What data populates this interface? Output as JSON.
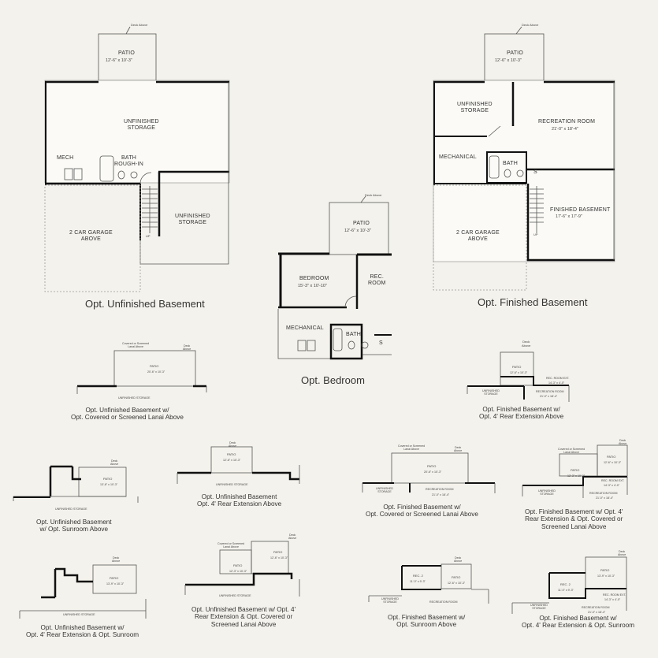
{
  "unfinished": {
    "deck_above": "Deck\nAbove",
    "patio": "PATIO",
    "patio_dim": "12'-6\" x 10'-3\"",
    "storage": "UNFINISHED\nSTORAGE",
    "mech": "MECH",
    "bath": "BATH\nROUGH-IN",
    "storage2": "UNFINISHED\nSTORAGE",
    "garage": "2 CAR GARAGE\nABOVE",
    "up": "UP",
    "caption": "Opt. Unfinished Basement"
  },
  "finished": {
    "deck_above": "Deck\nAbove",
    "patio": "PATIO",
    "patio_dim": "12'-6\" x 10'-3\"",
    "storage": "UNFINISHED\nSTORAGE",
    "rec": "RECREATION ROOM",
    "rec_dim": "21'-0\" x 18'-4\"",
    "mechanical": "MECHANICAL",
    "bath": "BATH",
    "s": "S",
    "finished_basement": "FINISHED BASEMENT",
    "finished_dim": "17'-6\" x 17'-9\"",
    "garage": "2 CAR GARAGE\nABOVE",
    "up": "UP",
    "caption": "Opt. Finished Basement"
  },
  "bedroom": {
    "deck_above": "Deck\nAbove",
    "patio": "PATIO",
    "patio_dim": "12'-6\" x 10'-3\"",
    "bedroom": "BEDROOM",
    "bedroom_dim": "15'-3\" x 10'-10\"",
    "rec": "REC.\nROOM",
    "mechanical": "MECHANICAL",
    "bath": "BATH",
    "s": "S",
    "caption": "Opt. Bedroom"
  },
  "small": [
    {
      "caption": "Opt. Unfinished Basement w/\nOpt. Covered or Screened Lanai Above",
      "labels": [
        "Covered or Screened\nLanai Above",
        "Deck\nAbove",
        "PATIO",
        "20'-6\" x 10'-3\"",
        "UNFINISHED STORAGE"
      ]
    },
    {
      "caption": "Opt. Finished Basement w/\nOpt. 4' Rear Extension Above",
      "labels": [
        "Deck\nAbove",
        "PATIO",
        "12'-6\" x 10'-3\"",
        "REC. ROOM EXT.",
        "14'-3\" x 4'-0\"",
        "UNFINISHED\nSTORAGE",
        "RECREATION ROOM",
        "21'-0\" x 18'-4\""
      ]
    },
    {
      "caption": "Opt. Unfinished Basement\nw/ Opt. Sunroom Above",
      "labels": [
        "Deck\nAbove",
        "PATIO",
        "13'-6\" x 10'-3\"",
        "UNFINISHED STORAGE"
      ]
    },
    {
      "caption": "Opt. Unfinished Basement\nOpt. 4' Rear Extension Above",
      "labels": [
        "Deck\nAbove",
        "PATIO",
        "12'-6\" x 10'-3\"",
        "UNFINISHED STORAGE"
      ]
    },
    {
      "caption": "Opt. Finished Basement w/\nOpt. Covered or Screened Lanai Above",
      "labels": [
        "Covered or Screened\nLanai Above",
        "Deck\nAbove",
        "PATIO",
        "20'-6\" x 10'-3\"",
        "UNFINISHED\nSTORAGE",
        "RECREATION ROOM",
        "21'-0\" x 18'-4\""
      ]
    },
    {
      "caption": "Opt. Finished Basement w/ Opt. 4'\nRear Extension & Opt. Covered or\nScreened Lanai Above",
      "labels": [
        "Covered or Screened\nLanai Above",
        "Deck\nAbove",
        "PATIO",
        "12'-6\" x 10'-3\"",
        "PATIO",
        "12'-3\" x 10'-3\"",
        "REC. ROOM EXT.",
        "14'-3\" x 4'-0\"",
        "UNFINISHED\nSTORAGE",
        "RECREATION ROOM",
        "21'-0\" x 18'-4\""
      ]
    },
    {
      "caption": "Opt. Unfinished Basement w/\nOpt. 4' Rear Extension & Opt. Sunroom",
      "labels": [
        "Deck\nAbove",
        "PATIO",
        "13'-9\" x 10'-3\"",
        "UNFINISHED STORAGE"
      ]
    },
    {
      "caption": "Opt. Unfinished Basement w/ Opt. 4'\nRear Extension & Opt. Covered or\nScreened Lanai Above",
      "labels": [
        "Covered or Screened\nLanai Above",
        "Deck\nAbove",
        "PATIO",
        "12'-6\" x 10'-3\"",
        "PATIO",
        "12'-3\" x 10'-3\"",
        "UNFINISHED STORAGE"
      ]
    },
    {
      "caption": "Opt. Finished Basement w/\nOpt. Sunroom Above",
      "labels": [
        "Deck\nAbove",
        "REC. 2",
        "11'-0\" x 9'-3\"",
        "PATIO",
        "12'-6\" x 10'-3\"",
        "UNFINISHED\nSTORAGE",
        "RECREATION ROOM"
      ]
    },
    {
      "caption": "Opt. Finished Basement w/\nOpt. 4' Rear Extension & Opt. Sunroom",
      "labels": [
        "Deck\nAbove",
        "PATIO",
        "13'-9\" x 10'-3\"",
        "REC. 2",
        "11'-0\" x 9'-3\"",
        "REC. ROOM EXT.",
        "14'-3\" x 4'-0\"",
        "UNFINISHED\nSTORAGE",
        "RECREATION ROOM",
        "21'-0\" x 18'-4\""
      ]
    }
  ]
}
